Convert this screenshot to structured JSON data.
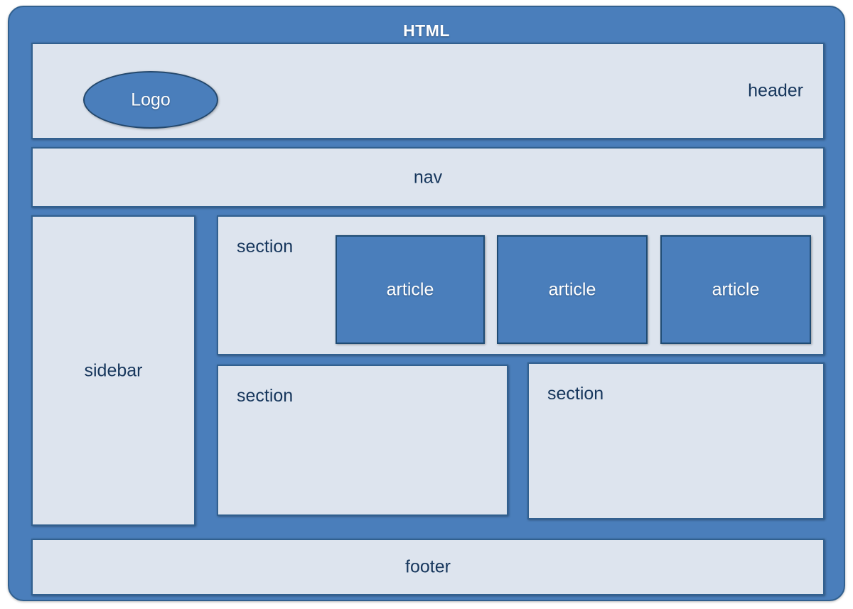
{
  "diagram": {
    "title": "HTML",
    "type": "html5-semantic-layout",
    "colors": {
      "container_fill": "#4a7ebb",
      "container_border": "#31608f",
      "panel_fill": "#dde4ee",
      "panel_border": "#31608f",
      "article_fill": "#4a7ebb",
      "article_border": "#1f4b73",
      "label_text": "#16365c",
      "inverse_text": "#ffffff"
    }
  },
  "header": {
    "label": "header",
    "logo": {
      "label": "Logo",
      "shape": "ellipse"
    }
  },
  "nav": {
    "label": "nav"
  },
  "sidebar": {
    "label": "sidebar"
  },
  "section_articles": {
    "label": "section",
    "articles": [
      {
        "label": "article"
      },
      {
        "label": "article"
      },
      {
        "label": "article"
      }
    ]
  },
  "section_bottom_left": {
    "label": "section"
  },
  "section_bottom_right": {
    "label": "section"
  },
  "footer": {
    "label": "footer"
  }
}
